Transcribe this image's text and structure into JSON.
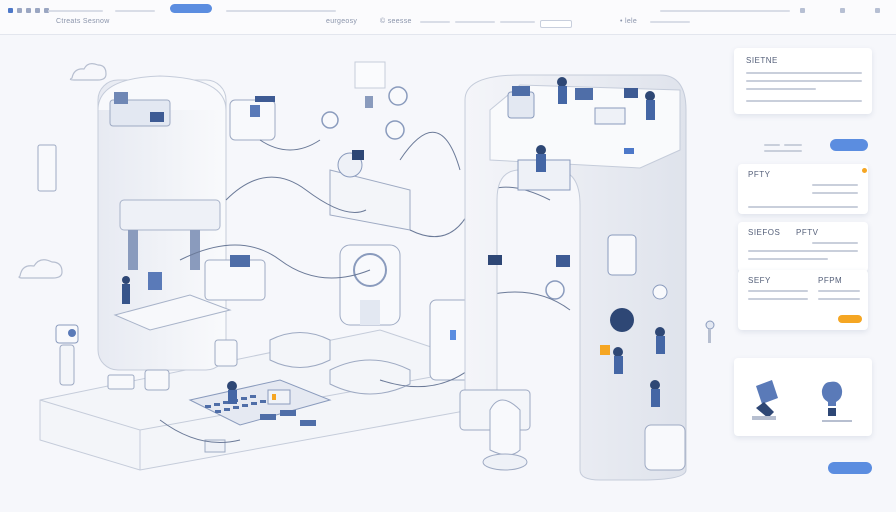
{
  "browser": {
    "nav_left": "Ctreats   Sesnow",
    "nav_center": "eurgeosy",
    "nav_center2": "© seesse",
    "nav_right": "• lele"
  },
  "panels": {
    "panel1_title": "SIETNE",
    "panel2_title": "PFTY",
    "panel3_title_a": "SIEFOS",
    "panel3_title_b": "PFTV",
    "panel4_title_a": "SEFY",
    "panel4_title_b": "PFPM"
  },
  "colors": {
    "accent": "#5b8de0",
    "orange": "#f5a623",
    "line": "#c9cfdb"
  },
  "icons": [
    "lamp-icon",
    "lightbulb-icon",
    "cloud-icon",
    "robot-arm-icon",
    "server-icon"
  ]
}
